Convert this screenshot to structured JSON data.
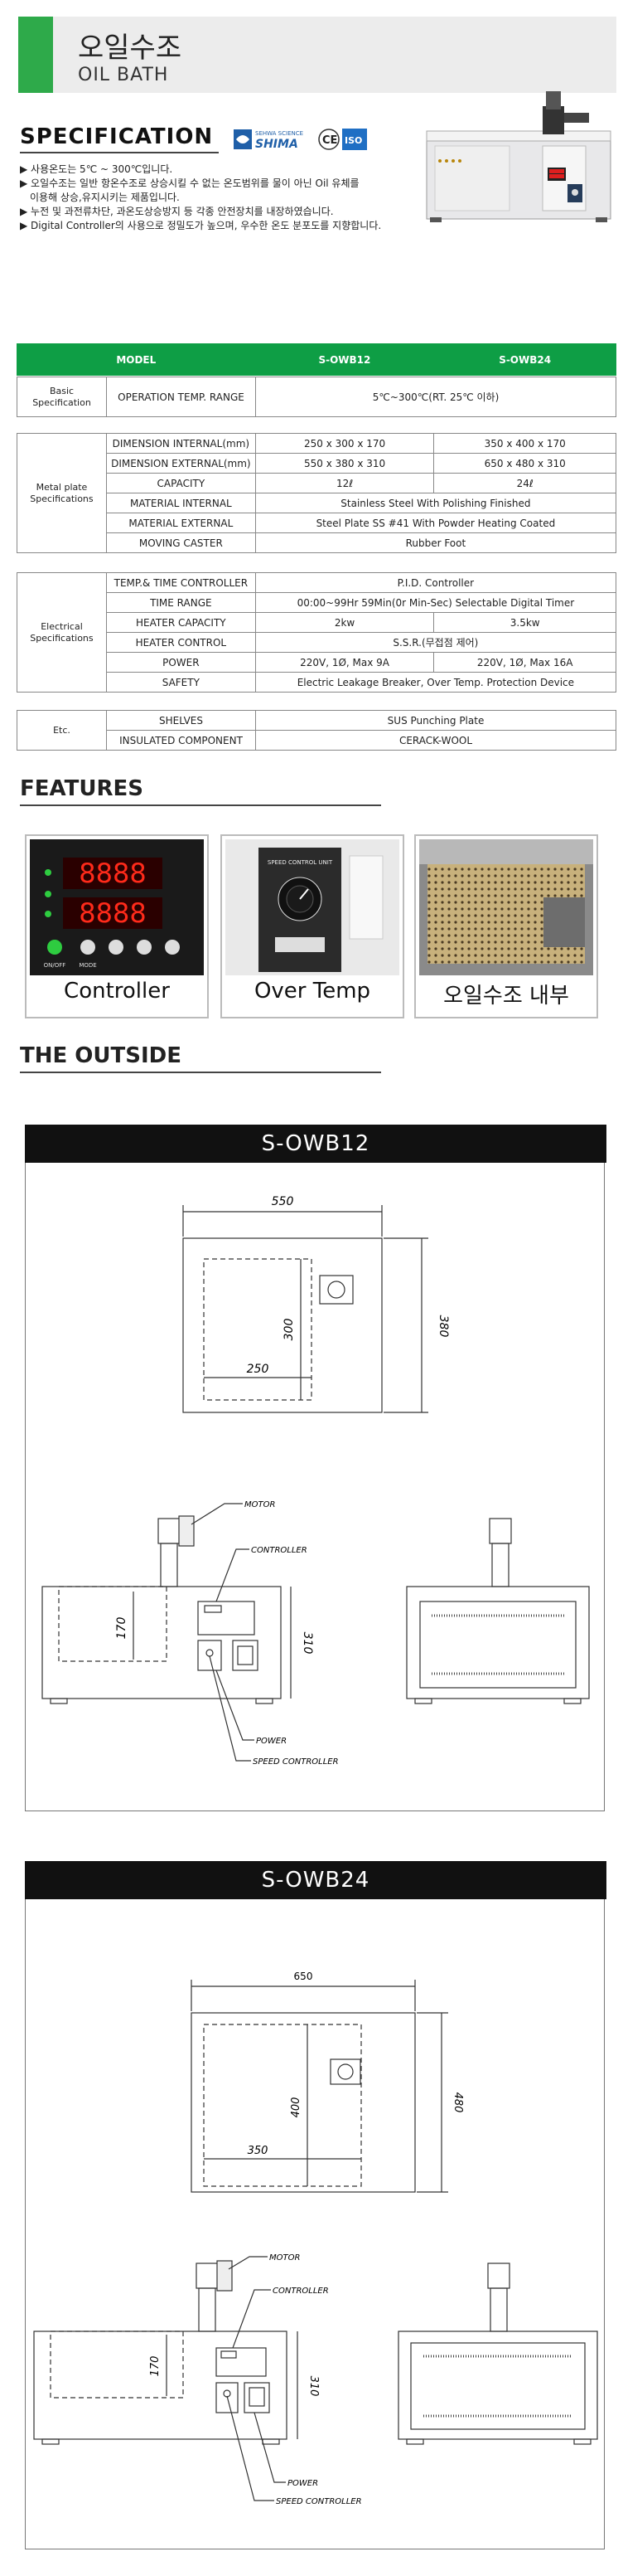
{
  "header": {
    "title_ko": "오일수조",
    "title_en": "OIL BATH"
  },
  "specification": {
    "title": "SPECIFICATION",
    "logo_text": "SEHWA SCIENCE",
    "logo_brand": "SHIMA",
    "notes": [
      "▶ 사용온도는 5℃ ~ 300℃입니다.",
      "▶ 오일수조는 일반 항온수조로 상승시킬 수 없는 온도범위를 물이 아닌 Oil 유체를",
      "   이용해 상승,유지시키는 제품입니다.",
      "▶ 누전 및 과전류차단, 과온도상승방지 등 각종 안전장치를 내장하였습니다.",
      "▶ Digital Controller의 사용으로 정밀도가 높으며, 우수한 온도 분포도를 지향합니다."
    ]
  },
  "table": {
    "head": [
      "MODEL",
      "S-OWB12",
      "S-OWB24"
    ],
    "basic": {
      "group": "Basic Specification",
      "label": "OPERATION TEMP. RANGE",
      "value": "5℃~300℃(RT. 25℃ 이하)"
    },
    "metal": {
      "group": "Metal plate Specifications",
      "rows": [
        {
          "label": "DIMENSION INTERNAL(mm)",
          "v1": "250 x 300 x 170",
          "v2": "350 x 400 x 170"
        },
        {
          "label": "DIMENSION EXTERNAL(mm)",
          "v1": "550 x 380 x 310",
          "v2": "650 x 480 x 310"
        },
        {
          "label": "CAPACITY",
          "v1": "12ℓ",
          "v2": "24ℓ"
        },
        {
          "label": "MATERIAL INTERNAL",
          "v": "Stainless Steel With Polishing Finished"
        },
        {
          "label": "MATERIAL EXTERNAL",
          "v": "Steel Plate SS #41 With Powder Heating Coated"
        },
        {
          "label": "MOVING CASTER",
          "v": "Rubber Foot"
        }
      ]
    },
    "electrical": {
      "group": "Electrical Specifications",
      "rows": [
        {
          "label": "TEMP.& TIME CONTROLLER",
          "v": "P.I.D. Controller"
        },
        {
          "label": "TIME RANGE",
          "v": "00:00~99Hr 59Min(0r Min-Sec) Selectable Digital Timer"
        },
        {
          "label": "HEATER CAPACITY",
          "v1": "2kw",
          "v2": "3.5kw"
        },
        {
          "label": "HEATER CONTROL",
          "v": "S.S.R.(무접점 제어)"
        },
        {
          "label": "POWER",
          "v1": "220V, 1Ø, Max 9A",
          "v2": "220V, 1Ø, Max 16A"
        },
        {
          "label": "SAFETY",
          "v": "Electric Leakage Breaker, Over Temp. Protection Device"
        }
      ]
    },
    "etc": {
      "group": "Etc.",
      "rows": [
        {
          "label": "SHELVES",
          "v": "SUS  Punching Plate"
        },
        {
          "label": "INSULATED COMPONENT",
          "v": "CERACK-WOOL"
        }
      ]
    }
  },
  "features": {
    "title": "FEATURES",
    "items": [
      {
        "caption": "Controller",
        "display1": "8888",
        "display2": "8888",
        "labels": [
          "ON/OFF",
          "MODE"
        ]
      },
      {
        "caption": "Over Temp",
        "panel_text": "SPEED CONTROL UNIT"
      },
      {
        "caption": "오일수조 내부"
      }
    ]
  },
  "outside": {
    "title": "THE OUTSIDE",
    "drawings": [
      {
        "model": "S-OWB12",
        "dim_w": "550",
        "dim_d": "380",
        "dim_in_w": "250",
        "dim_in_d": "300",
        "dim_depth": "170",
        "dim_h": "310",
        "labels": {
          "motor": "MOTOR",
          "controller": "CONTROLLER",
          "power": "POWER",
          "speed": "SPEED CONTROLLER"
        }
      },
      {
        "model": "S-OWB24",
        "dim_w": "650",
        "dim_d": "480",
        "dim_in_w": "350",
        "dim_in_d": "400",
        "dim_depth": "170",
        "dim_h": "310",
        "labels": {
          "motor": "MOTOR",
          "controller": "CONTROLLER",
          "power": "POWER",
          "speed": "SPEED CONTROLLER"
        }
      }
    ]
  }
}
